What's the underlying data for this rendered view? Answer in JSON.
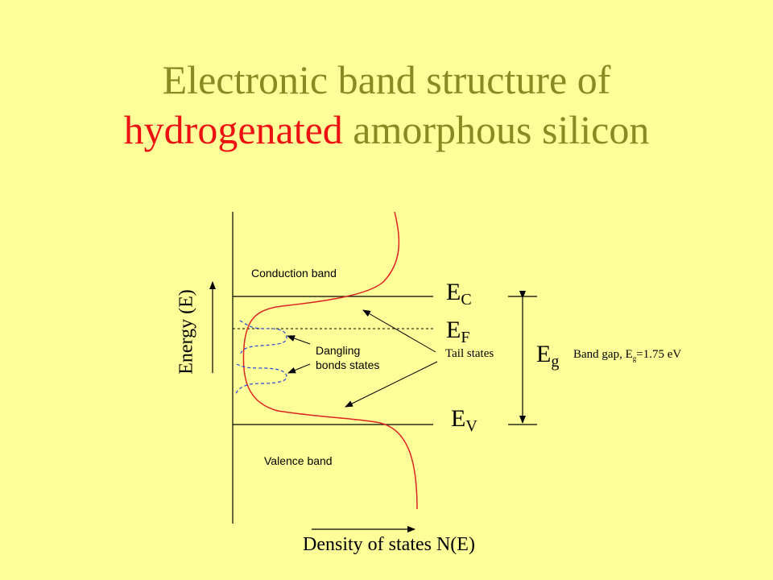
{
  "title": {
    "line1": "Electronic band structure of",
    "highlight": "hydrogenated",
    "line2_rest": " amorphous silicon"
  },
  "colors": {
    "background": "#ffff99",
    "title": "#8a8a22",
    "highlight": "#ee1111",
    "dos_curve": "#dd2222",
    "dangling_states": "#2244dd",
    "lines": "#000000"
  },
  "labels": {
    "conduction_band": "Conduction band",
    "valence_band": "Valence band",
    "dangling_line1": "Dangling",
    "dangling_line2": "bonds states",
    "tail_states": "Tail states",
    "ec_main": "E",
    "ec_sub": "C",
    "ef_main": "E",
    "ef_sub": "F",
    "ev_main": "E",
    "ev_sub": "V",
    "eg_main": "E",
    "eg_sub": "g",
    "band_gap_prefix": "Band gap, E",
    "band_gap_sub": "g",
    "band_gap_value": "=1.75 eV",
    "y_axis": "Energy (E)",
    "x_axis": "Density of states N(E)"
  }
}
